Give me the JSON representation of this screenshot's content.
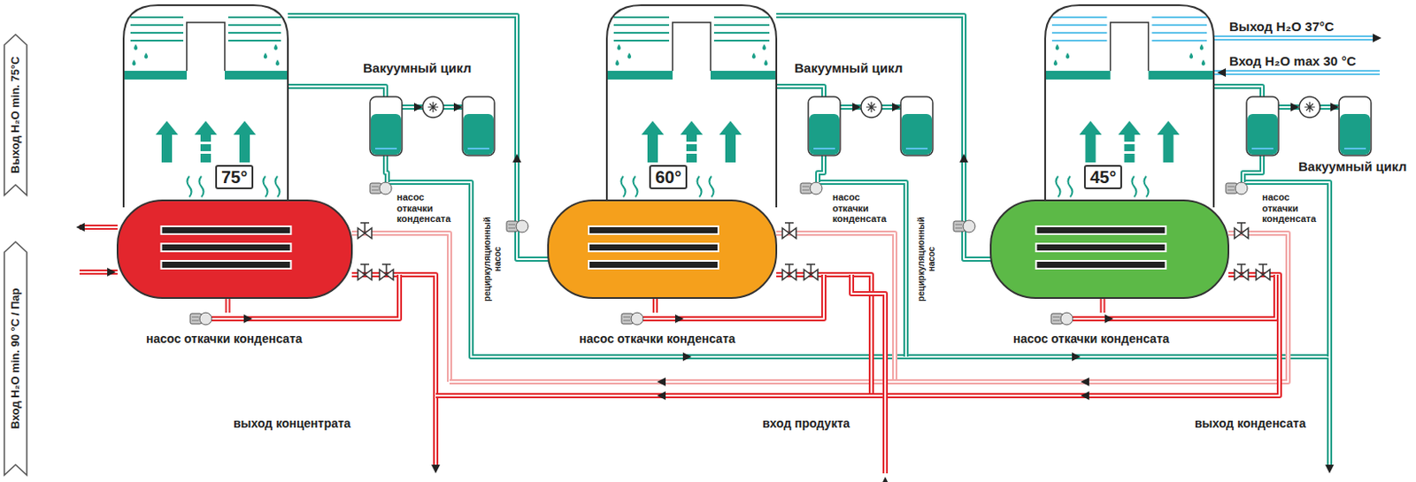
{
  "diagram": {
    "nodes": [
      {
        "text": [
          "75°"
        ]
      },
      {
        "text": [
          "60°"
        ]
      },
      {
        "text": [
          "45°"
        ]
      }
    ],
    "labels": [
      "Выход H₂O 37°C",
      "Вход H₂O max 30 °C",
      "Вакуумный цикл",
      "Вакуумный цикл",
      "Вакуумный цикл",
      "насос откачки конденсата",
      "насос откачки конденсата",
      "насос откачки конденсата",
      "рециркуляционный насос",
      "рециркуляционный насос",
      "насос откачки конденсата",
      "насос откачки конденсата",
      "насос откачки конденсата",
      "выход концентрата",
      "вход продукта",
      "выход конденсата",
      "Выход H₂O min. 75°C",
      "Вход H₂O min. 90 °C / Пар"
    ]
  }
}
